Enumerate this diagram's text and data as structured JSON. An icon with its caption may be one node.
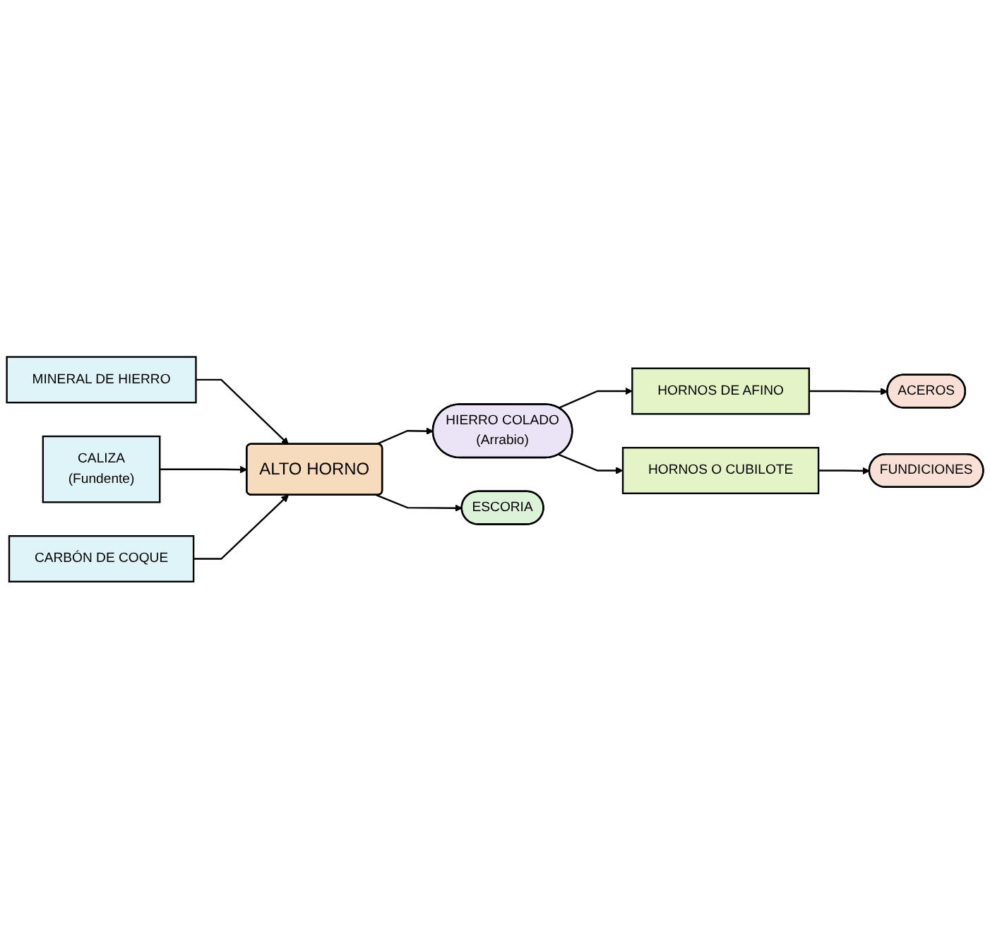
{
  "diagram": {
    "nodes": [
      {
        "text": [
          "ALTO HORNO"
        ]
      },
      {
        "text": [
          "HIERRO COLADO",
          "(Arrabio)"
        ]
      },
      {
        "text": [
          "ESCORIA"
        ]
      },
      {
        "text": [
          "MINERAL DE HIERRO"
        ]
      },
      {
        "text": [
          "HORNOS DE AFINO"
        ]
      },
      {
        "text": [
          "HORNOS O CUBILOTE"
        ]
      },
      {
        "text": [
          "CALIZA",
          "(Fundente)"
        ]
      },
      {
        "text": [
          "ACEROS"
        ]
      },
      {
        "text": [
          "FUNDICIONES"
        ]
      },
      {
        "text": [
          "CARBÓN DE COQUE"
        ]
      }
    ],
    "edges": [
      {
        "from": 3,
        "to": 0,
        "arrow": "to"
      },
      {
        "from": 6,
        "to": 0,
        "arrow": "to"
      },
      {
        "from": 9,
        "to": 0,
        "arrow": "to"
      },
      {
        "from": 0,
        "to": 1,
        "arrow": "to"
      },
      {
        "from": 0,
        "to": 2,
        "arrow": "to"
      },
      {
        "from": 1,
        "to": 4,
        "arrow": "to"
      },
      {
        "from": 1,
        "to": 5,
        "arrow": "to"
      },
      {
        "from": 4,
        "to": 7,
        "arrow": "to"
      },
      {
        "from": 5,
        "to": 8,
        "arrow": "to"
      }
    ]
  }
}
